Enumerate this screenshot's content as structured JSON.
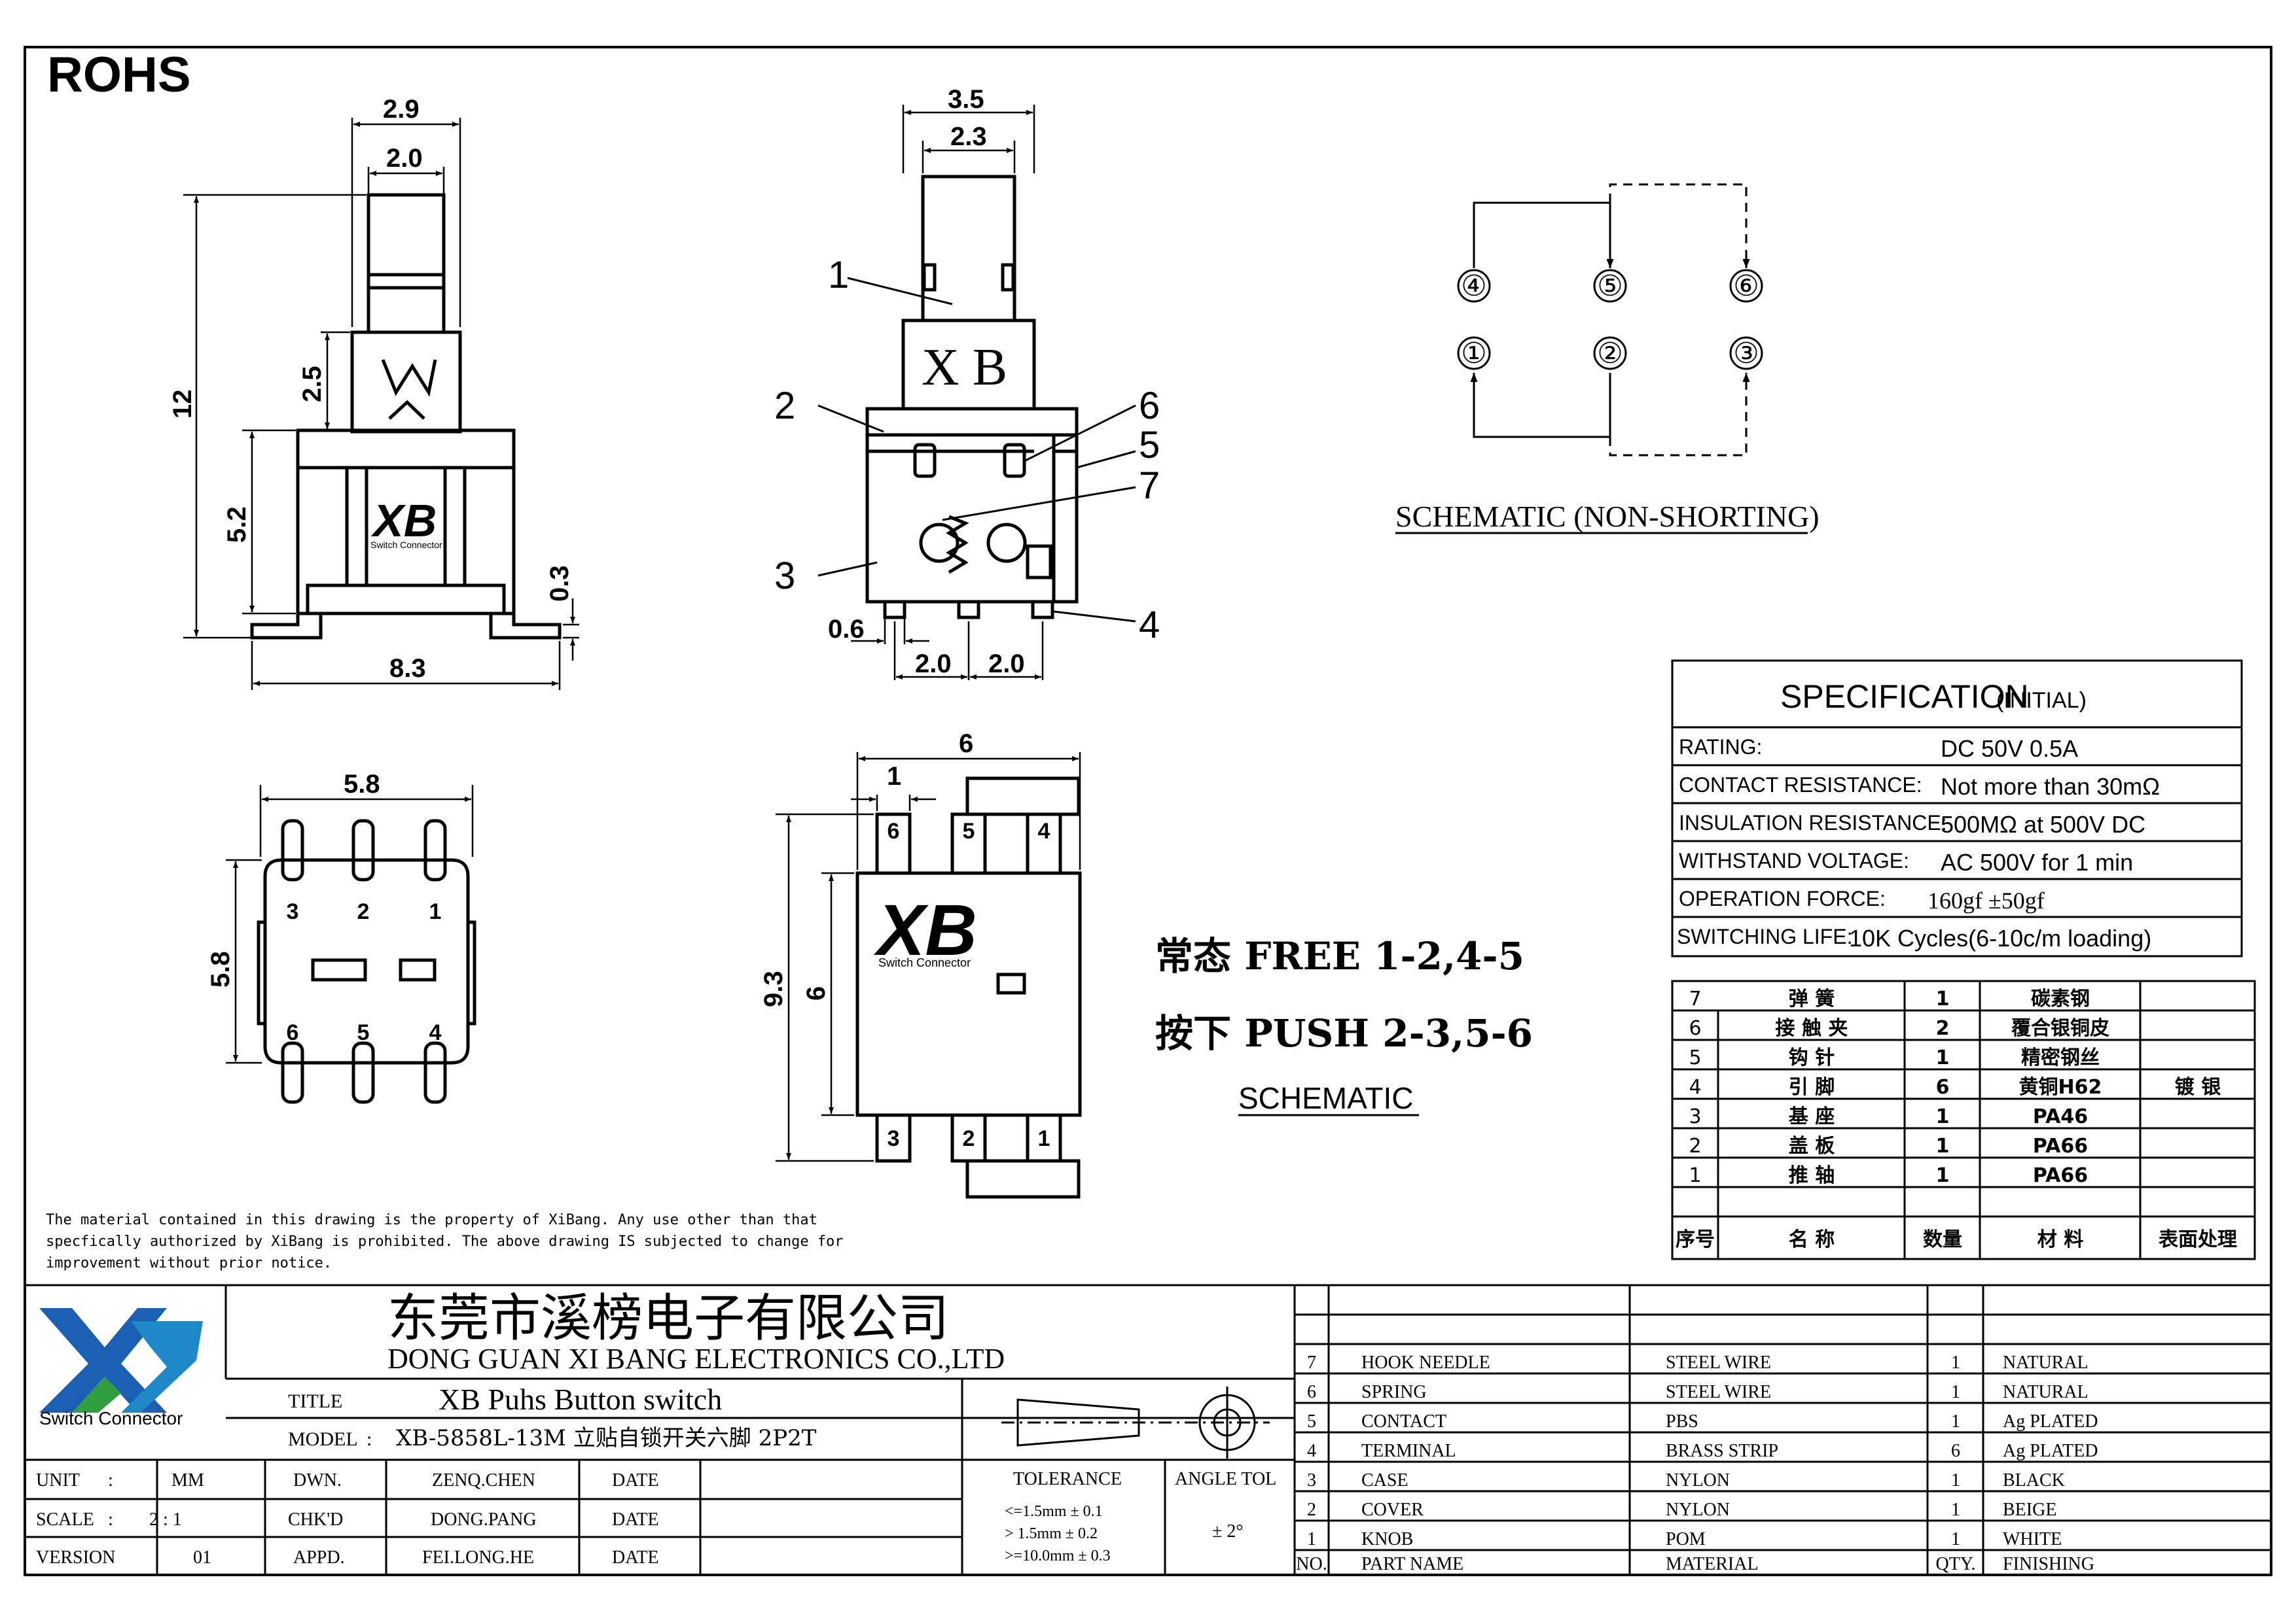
{
  "rohs": "ROHS",
  "dims": {
    "side": {
      "top_outer": "2.9",
      "top_inner": "2.0",
      "height_total": "12",
      "plunger": "2.5",
      "body_h": "5.2",
      "pin_t": "0.3",
      "width": "8.3"
    },
    "front": {
      "top_outer": "3.5",
      "top_inner": "2.3",
      "pin_w": "0.6",
      "pitch1": "2.0",
      "pitch2": "2.0"
    },
    "bottom": {
      "w": "5.8",
      "h": "5.8"
    },
    "top": {
      "w": "6",
      "offset": "1",
      "h_total": "9.3",
      "h_body": "6"
    }
  },
  "callouts": [
    "1",
    "2",
    "3",
    "4",
    "5",
    "6",
    "7"
  ],
  "plunger_text": "X B",
  "logo": {
    "name": "XB",
    "sub": "Switch Connector"
  },
  "pins_upper": [
    "3",
    "2",
    "1"
  ],
  "pins_lower": [
    "6",
    "5",
    "4"
  ],
  "pins_top_view_upper": [
    "6",
    "5",
    "4"
  ],
  "pins_top_view_lower": [
    "3",
    "2",
    "1"
  ],
  "schematic_nodes_top": [
    "④",
    "⑤",
    "⑥"
  ],
  "schematic_nodes_bottom": [
    "①",
    "②",
    "③"
  ],
  "schematic_title": "SCHEMATIC (NON-SHORTING)",
  "state_free": "常态 FREE 1-2,4-5",
  "state_push": "按下 PUSH 2-3,5-6",
  "schematic_label": "SCHEMATIC",
  "spec": {
    "title": "SPECIFICATION",
    "title_note": "(INITIAL)",
    "rows": [
      {
        "label": "RATING:",
        "value": "DC  50V  0.5A"
      },
      {
        "label": "CONTACT RESISTANCE:",
        "value": "Not more than 30mΩ"
      },
      {
        "label": "INSULATION RESISTANCE:",
        "value": "500MΩ at 500V DC"
      },
      {
        "label": "WITHSTAND VOLTAGE:",
        "value": "AC 500V for 1 min"
      },
      {
        "label": "OPERATION FORCE:",
        "value": "160gf ±50gf"
      },
      {
        "label": "SWITCHING LIFE:",
        "value": "10K Cycles(6-10c/m loading)"
      }
    ]
  },
  "bom_cn": {
    "rows": [
      [
        "7",
        "弹 簧",
        "1",
        "碳素钢",
        ""
      ],
      [
        "6",
        "接 触 夹",
        "2",
        "覆合银铜皮",
        ""
      ],
      [
        "5",
        "钩 针",
        "1",
        "精密钢丝",
        ""
      ],
      [
        "4",
        "引 脚",
        "6",
        "黄铜H62",
        "镀 银"
      ],
      [
        "3",
        "基 座",
        "1",
        "PA46",
        ""
      ],
      [
        "2",
        "盖 板",
        "1",
        "PA66",
        ""
      ],
      [
        "1",
        "推 轴",
        "1",
        "PA66",
        ""
      ]
    ],
    "header": [
      "序号",
      "名 称",
      "数量",
      "材 料",
      "表面处理"
    ]
  },
  "notice": [
    "The material contained in this drawing is the property of XiBang. Any use other than that",
    "specfically authorized by XiBang is prohibited. The above drawing IS subjected to change for",
    "improvement without prior notice."
  ],
  "title_block": {
    "company_cn": "东莞市溪榜电子有限公司",
    "company_en": "DONG GUAN XI BANG ELECTRONICS CO.,LTD",
    "title_label": "TITLE",
    "title_value": "XB Puhs Button switch",
    "model_label": "MODEL",
    "model_value": "XB-5858L-13M 立贴自锁开关六脚 2P2T",
    "unit_label": "UNIT",
    "unit_value": "MM",
    "scale_label": "SCALE",
    "scale_value": "2 : 1",
    "version_label": "VERSION",
    "version_value": "01",
    "dwn_label": "DWN.",
    "dwn_value": "ZENQ.CHEN",
    "chk_label": "CHK'D",
    "chk_value": "DONG.PANG",
    "appd_label": "APPD.",
    "appd_value": "FEI.LONG.HE",
    "date_label": "DATE",
    "tolerance_label": "TOLERANCE",
    "tol_lines": [
      "<=1.5mm ± 0.1",
      "> 1.5mm ± 0.2",
      ">=10.0mm ± 0.3"
    ],
    "angle_label": "ANGLE TOL",
    "angle_value": "± 2°",
    "colon": ":"
  },
  "bom_en": {
    "rows": [
      [
        "7",
        "HOOK NEEDLE",
        "STEEL WIRE",
        "1",
        "NATURAL"
      ],
      [
        "6",
        "SPRING",
        "STEEL WIRE",
        "1",
        "NATURAL"
      ],
      [
        "5",
        "CONTACT",
        "PBS",
        "1",
        "Ag PLATED"
      ],
      [
        "4",
        "TERMINAL",
        "BRASS STRIP",
        "6",
        "Ag PLATED"
      ],
      [
        "3",
        "CASE",
        "NYLON",
        "1",
        "BLACK"
      ],
      [
        "2",
        "COVER",
        "NYLON",
        "1",
        "BEIGE"
      ],
      [
        "1",
        "KNOB",
        "POM",
        "1",
        "WHITE"
      ]
    ],
    "header": [
      "NO.",
      "PART  NAME",
      "MATERIAL",
      "QTY.",
      "FINISHING"
    ]
  }
}
